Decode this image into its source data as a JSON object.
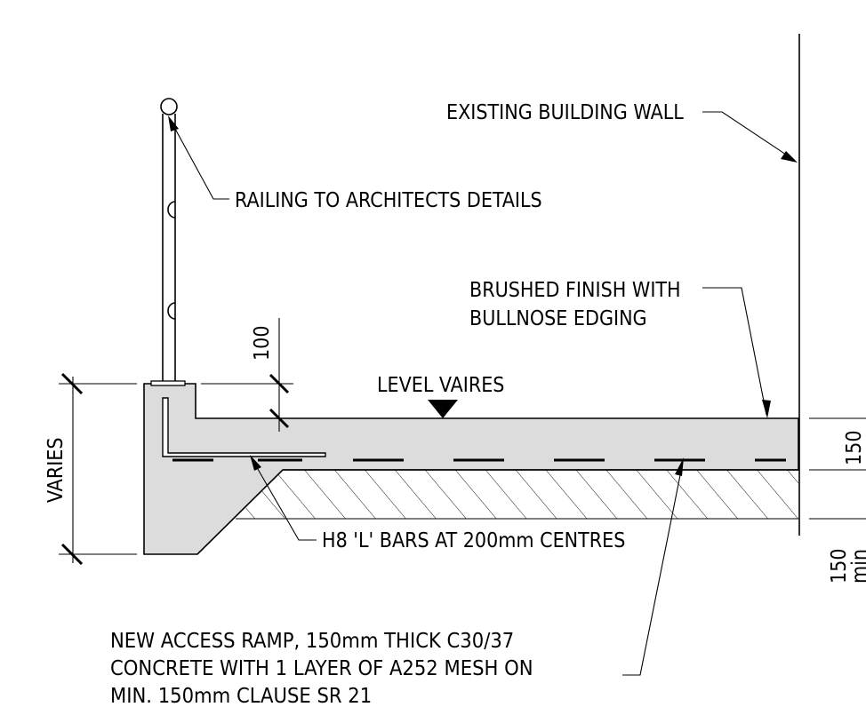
{
  "labels": {
    "existing_wall": "EXISTING BUILDING WALL",
    "railing": "RAILING TO ARCHITECTS DETAILS",
    "finish_line1": "BRUSHED FINISH WITH",
    "finish_line2": "BULLNOSE EDGING",
    "level": "LEVEL VAIRES",
    "bars": "H8 'L' BARS AT 200mm CENTRES",
    "varies": "VARIES",
    "dim_100": "100",
    "dim_150_top": "150",
    "dim_150_bottom": "150",
    "dim_min": "min"
  },
  "notes": {
    "line1": "NEW ACCESS RAMP, 150mm THICK C30/37",
    "line2": "CONCRETE WITH 1 LAYER OF A252 MESH ON",
    "line3": "MIN. 150mm CLAUSE SR 21"
  },
  "colors": {
    "concrete": "#dcdcdc",
    "line": "#000000",
    "background": "#ffffff"
  }
}
